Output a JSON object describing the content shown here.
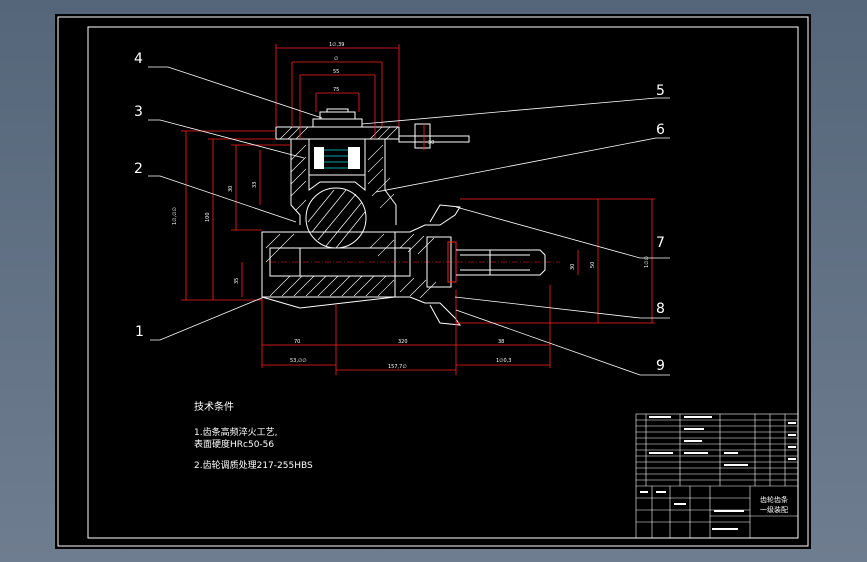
{
  "colors": {
    "background": "#5f6e81",
    "sheet": "#000000",
    "outline": "#ffffff",
    "dimension": "#ff2020",
    "hatch_accent": "#00d8d8"
  },
  "part_labels": [
    "1",
    "2",
    "3",
    "4",
    "5",
    "6",
    "7",
    "8",
    "9"
  ],
  "dimensions": {
    "top_overall": "1∅,39",
    "top_small": "∅",
    "top_55": "55",
    "top_75": "75",
    "flange_30": "30",
    "left_overall": "1∅,∅∅",
    "left_100": "100",
    "left_30": "30",
    "left_33": "33",
    "left_35": "35",
    "bottom_70": "70",
    "bottom_320": "320",
    "bottom_38": "38",
    "bottom_left_sub": "53,∅∅",
    "bottom_mid_sub": "157,7∅",
    "bottom_right_sub": "1∅0,3",
    "shaft_30": "30",
    "shaft_50": "50",
    "right_overall": "1∅∅"
  },
  "notes": {
    "title": "技术条件",
    "line1": "1.齿条高频淬火工艺,",
    "line2": "表面硬度HRc50-56",
    "line3": "2.齿轮调质处理217-255HBS"
  },
  "title_block": {
    "name_line1": "齿轮齿条",
    "name_line2": "一级装配"
  }
}
